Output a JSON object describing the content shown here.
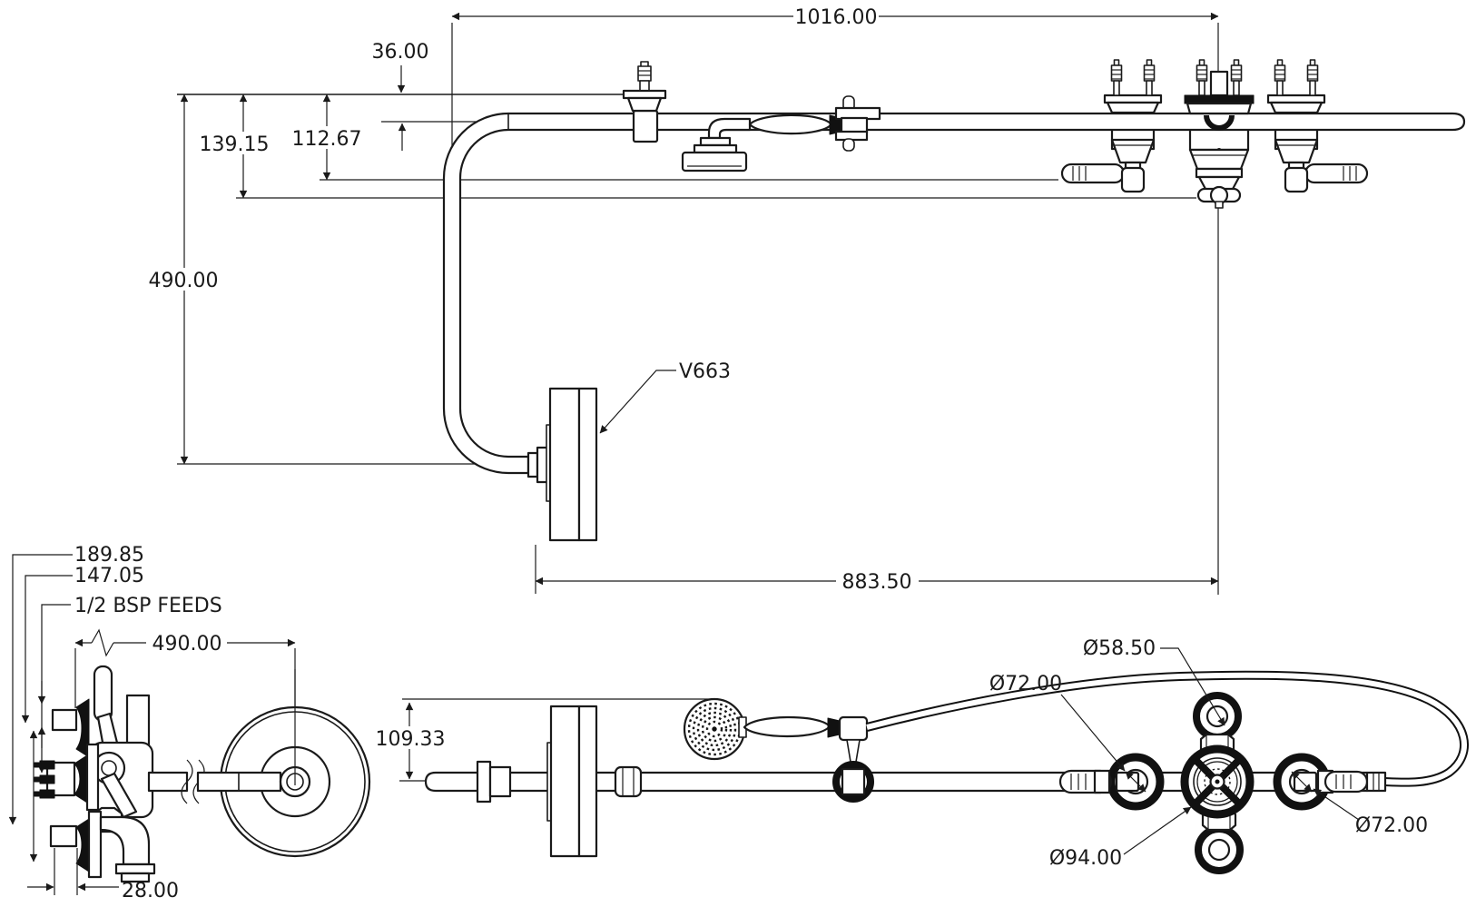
{
  "document": {
    "type": "technical-engineering-drawing",
    "product": "exposed thermostatic shower with riser, overhead rose, handset and triple valve cluster",
    "part_label": "V663",
    "colors": {
      "line": "#1a1a1a",
      "background": "#ffffff"
    }
  },
  "views": {
    "side_elevation": {
      "dims": {
        "overall_width": "1016.00",
        "drop_offset": "36.00",
        "lever_drop": "112.67",
        "handle_drop": "139.15",
        "riser_drop": "490.00",
        "head_to_valve": "883.50"
      },
      "part_label": "V663"
    },
    "end_view": {
      "dims": {
        "upper_feed": "189.85",
        "lower_feed": "147.05",
        "feeds_label": "1/2 BSP FEEDS",
        "valve_to_head": "490.00",
        "feed_offset": "28.00"
      }
    },
    "plan_view": {
      "dims": {
        "handset_offset": "109.33",
        "eye_diameter": "Ø58.50",
        "left_valve_diameter": "Ø72.00",
        "center_valve_diameter": "Ø94.00",
        "right_valve_diameter": "Ø72.00"
      }
    }
  }
}
